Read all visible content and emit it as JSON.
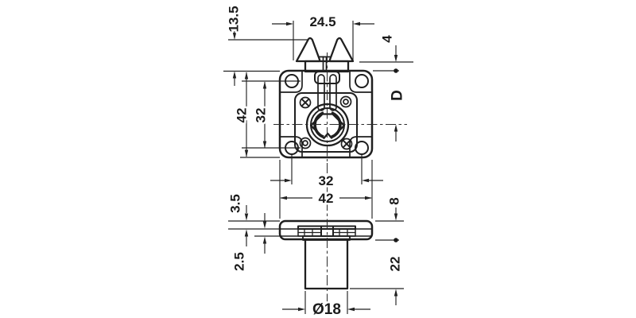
{
  "colors": {
    "line": "#1f1f1f",
    "background": "#ffffff",
    "dimension_text": "#1b1b1b"
  },
  "views": {
    "top": {
      "dims": {
        "latch_height": "13.5",
        "latch_width": "24.5",
        "edge_offset": "4",
        "backset": "D",
        "body_height": "42",
        "hole_spacing_v": "32",
        "hole_spacing_h": "32",
        "body_width": "42"
      }
    },
    "side": {
      "dims": {
        "flange_thickness": "3.5",
        "collar_thickness": "2.5",
        "flange_height": "8",
        "cylinder_length": "22",
        "cylinder_diameter": "Ø18"
      }
    }
  }
}
